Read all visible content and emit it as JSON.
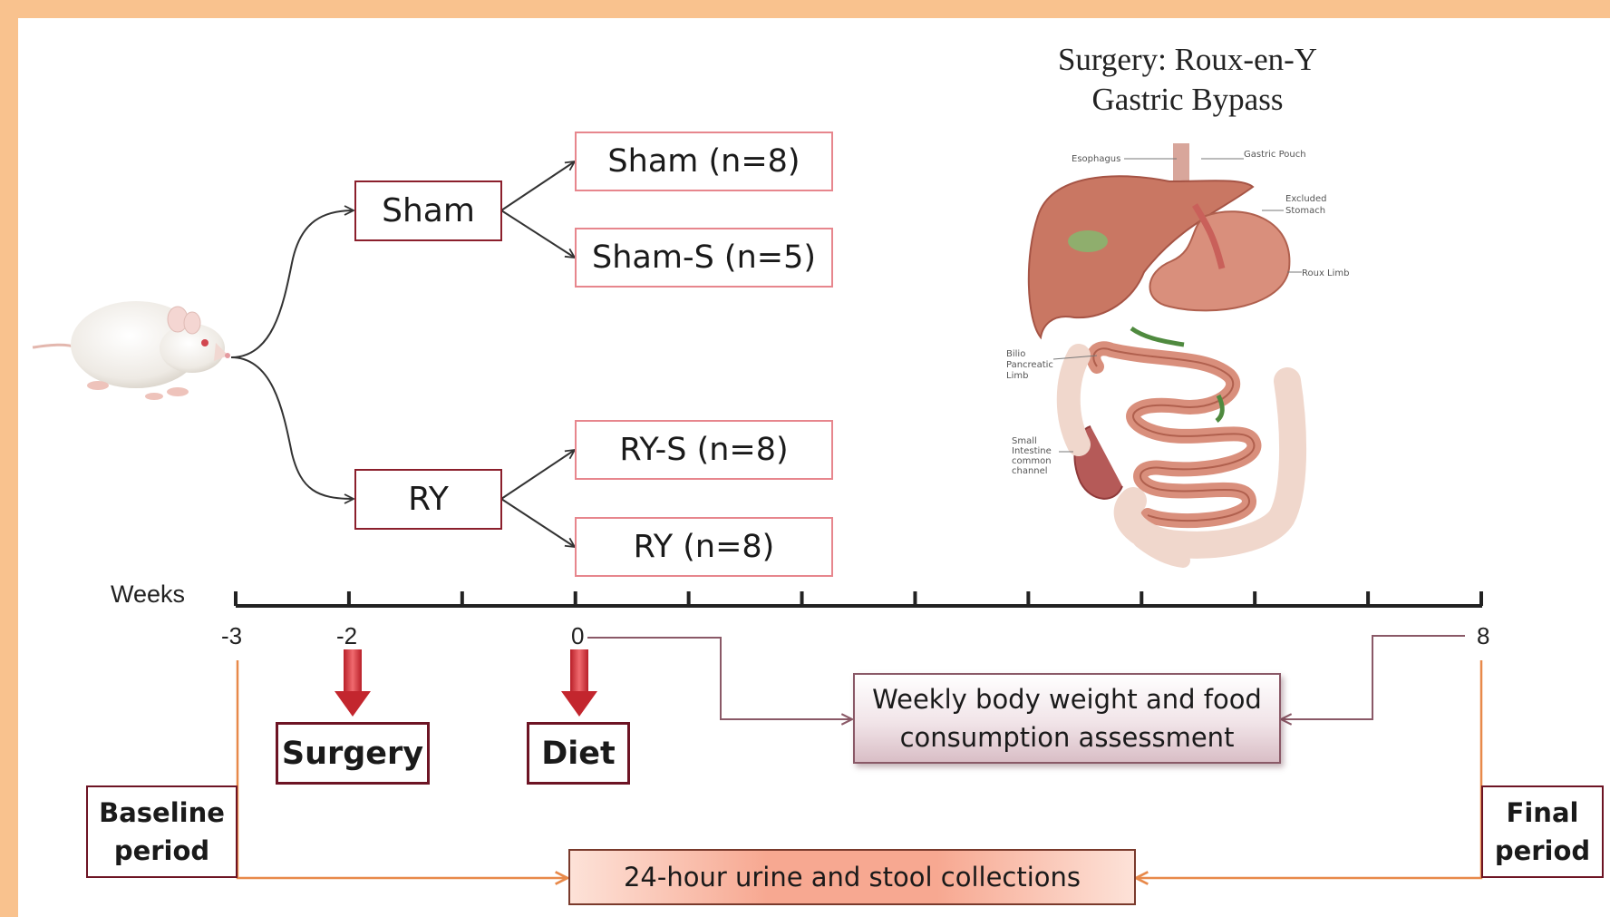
{
  "groups": {
    "sham": "Sham",
    "ry": "RY"
  },
  "subgroups": {
    "sham": "Sham (n=8)",
    "sham_s": "Sham-S (n=5)",
    "ry_s": "RY-S (n=8)",
    "ry": "RY (n=8)"
  },
  "surgery_title": {
    "line1": "Surgery: Roux-en-Y",
    "line2": "Gastric Bypass"
  },
  "anatomy_labels": [
    "Esophagus",
    "Gastric Pouch",
    "Excluded Stomach",
    "Roux Limb",
    "Bilio Pancreatic Limb",
    "Small Intestine common channel"
  ],
  "timeline": {
    "label": "Weeks",
    "ticks": [
      "-3",
      "-2",
      "0",
      "8"
    ],
    "tick_count": 12
  },
  "events": {
    "surgery": "Surgery",
    "diet": "Diet"
  },
  "periods": {
    "baseline_line1": "Baseline",
    "baseline_line2": "period",
    "final_line1": "Final",
    "final_line2": "period"
  },
  "assessment": {
    "line1": "Weekly body weight and food",
    "line2": "consumption assessment"
  },
  "collections": "24-hour urine and stool collections",
  "colors": {
    "page_border": "#f9c28e",
    "box_border": "#8b1f2c",
    "sub_border": "#e7868d",
    "arrow_red": "#d9363e",
    "orange_line": "#e8894a"
  },
  "icons": [
    "rat-icon",
    "stomach-anatomy-icon"
  ]
}
